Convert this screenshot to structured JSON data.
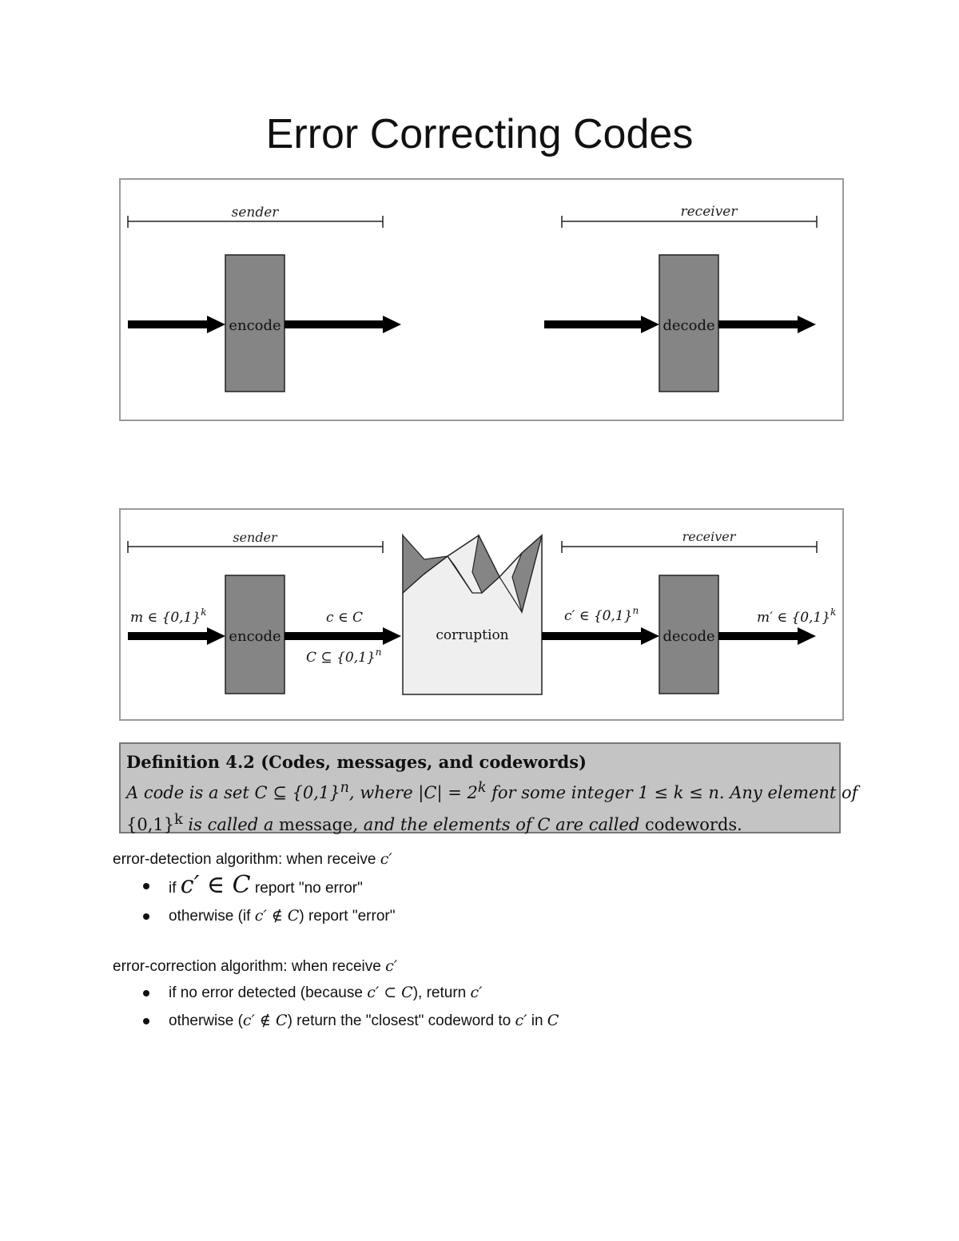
{
  "page": {
    "title": "Error Correcting Codes"
  },
  "figure1": {
    "sender_label": "sender",
    "receiver_label": "receiver",
    "encode_label": "encode",
    "decode_label": "decode"
  },
  "figure2": {
    "sender_label": "sender",
    "receiver_label": "receiver",
    "encode_label": "encode",
    "decode_label": "decode",
    "corruption_label": "corruption",
    "message_in": "m ∈ {0,1}",
    "message_in_exp": "k",
    "codeword": "c ∈ C",
    "code_space": "C ⊆ {0,1}",
    "code_space_exp": "n",
    "received": "c′ ∈ {0,1}",
    "received_exp": "n",
    "message_out": "m′ ∈ {0,1}",
    "message_out_exp": "k"
  },
  "definition": {
    "title": "Definition 4.2 (Codes, messages, and codewords)",
    "line1_a": "A code is a set C ⊆ {0,1}",
    "line1_b": "n",
    "line1_c": ", where |C| = 2",
    "line1_d": "k",
    "line1_e": " for some integer 1 ≤ k ≤ n. Any element of",
    "line2_a": "{0,1}",
    "line2_b": "k",
    "line2_c": " is called a ",
    "line2_d": "message",
    "line2_e": ", and the elements of C are called ",
    "line2_f": "codewords",
    "line2_g": "."
  },
  "detection": {
    "heading": "error-detection algorithm: when receive",
    "heading_math": "c′",
    "item1_pre": "if",
    "item1_math": "c′ ∈ C",
    "item1_post": "report \"no error\"",
    "item2_pre": "otherwise (if",
    "item2_math": "c′ ∉ C",
    "item2_post": ") report \"error\""
  },
  "correction": {
    "heading": "error-correction algorithm: when receive",
    "heading_math": "c′",
    "item1_pre": "if no error detected (because",
    "item1_math": "c′ ⊂ C",
    "item1_mid": "), return",
    "item1_math2": "c′",
    "item2_pre": "otherwise (",
    "item2_math": "c′ ∉ C",
    "item2_mid": ") return the \"closest\" codeword to",
    "item2_math2": "c′",
    "item2_post": "in",
    "item2_math3": "C"
  }
}
